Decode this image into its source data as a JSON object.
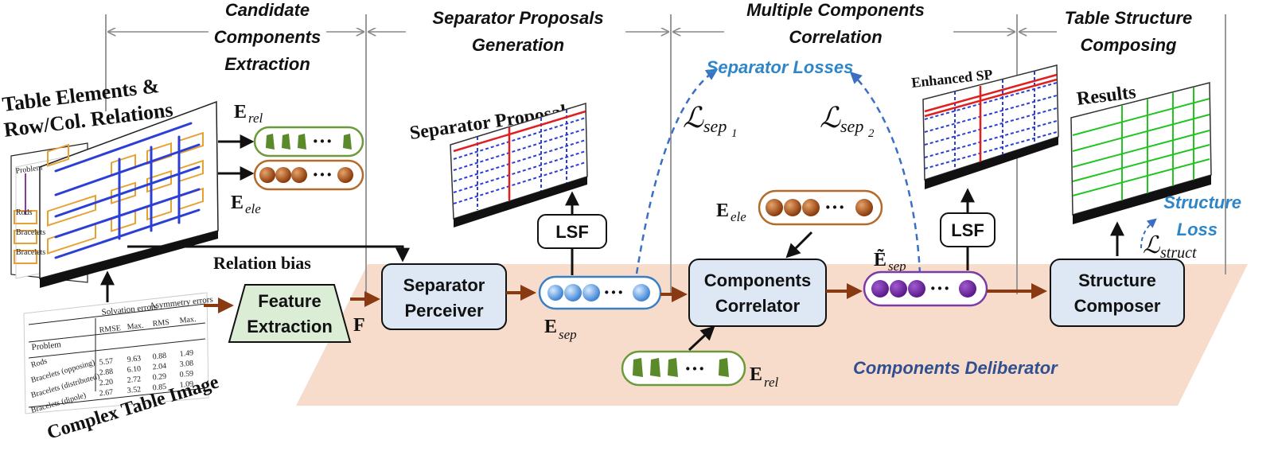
{
  "stages": {
    "candidate_line1": "Candidate",
    "candidate_line2": "Components",
    "candidate_line3": "Extraction",
    "proposals_line1": "Separator Proposals",
    "proposals_line2": "Generation",
    "correlation_line1": "Multiple Components",
    "correlation_line2": "Correlation",
    "composing_line1": "Table Structure",
    "composing_line2": "Composing"
  },
  "labels": {
    "table_elements_line1": "Table Elements &",
    "table_elements_line2": "Row/Col. Relations",
    "complex_table_image": "Complex Table Image",
    "relation_bias": "Relation bias",
    "separator_proposals": "Separator Proposals",
    "enhanced_sp": "Enhanced SP",
    "results": "Results",
    "separator_losses": "Separator Losses",
    "structure_loss_line1": "Structure",
    "structure_loss_line2": "Loss",
    "components_deliberator": "Components Deliberator",
    "f": "F"
  },
  "math": {
    "e_main": "E",
    "rel_sub": "rel",
    "ele_sub": "ele",
    "sep_sub": "sep",
    "e_tilde": "Ẽ",
    "l_script": "ℒ",
    "l_sep1_sub": "sep",
    "l_sep1_subsub": "1",
    "l_sep2_sub": "sep",
    "l_sep2_subsub": "2",
    "l_struct_sub": "struct"
  },
  "boxes": {
    "feature_line1": "Feature",
    "feature_line2": "Extraction",
    "perceiver_line1": "Separator",
    "perceiver_line2": "Perceiver",
    "lsf": "LSF",
    "correlator_line1": "Components",
    "correlator_line2": "Correlator",
    "composer_line1": "Structure",
    "composer_line2": "Composer"
  },
  "ellipsis": "···",
  "table": {
    "group1": "Solvation errors",
    "group2": "Asymmetry errors",
    "col_problem": "Problem",
    "col_rmse": "RMSE",
    "col_max1": "Max.",
    "col_rms": "RMS",
    "col_max2": "Max.",
    "rows": [
      [
        "Rods",
        "5.57",
        "9.63",
        "0.88",
        "1.49"
      ],
      [
        "Bracelets (opposing)",
        "2.88",
        "6.10",
        "2.04",
        "3.08"
      ],
      [
        "Bracelets (distributed)",
        "2.20",
        "2.72",
        "0.29",
        "0.59"
      ],
      [
        "Bracelets (dipole)",
        "2.67",
        "3.52",
        "0.85",
        "1.09"
      ]
    ]
  },
  "colors": {
    "platform": "#f8dccb",
    "box_fill": "#dde8f4",
    "feature_fill": "#dcedd5",
    "arrow_brown": "#8a3a12",
    "dash_blue": "#3a6fc4",
    "loss_text": "#2e86c8",
    "deliberator_text": "#2f4f8f",
    "rel_border": "#6a9a3a",
    "ele_border": "#b36a2a",
    "sep_border": "#3a7fc4",
    "tsep_border": "#7a3aa8"
  }
}
